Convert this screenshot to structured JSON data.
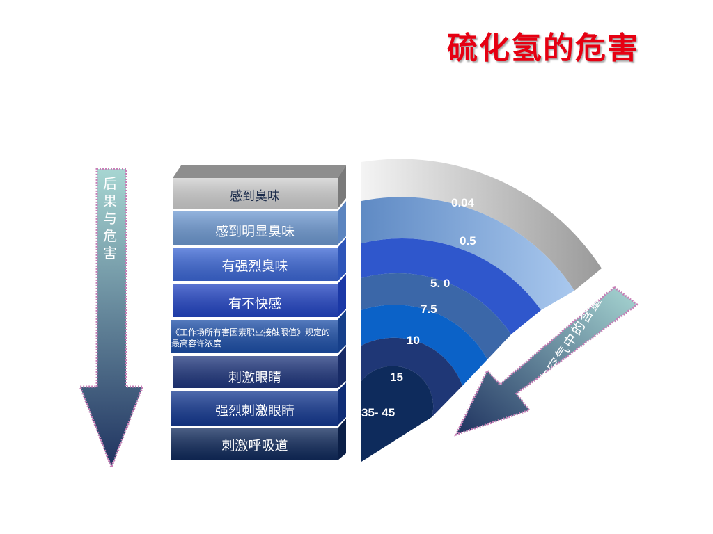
{
  "title": "硫化氢的危害",
  "left_arrow_label": [
    "后",
    "果",
    "与",
    "危",
    "害"
  ],
  "right_arrow_label": "在空气中的含量",
  "steps": [
    {
      "label": "感到臭味",
      "color": "#c8c8c8"
    },
    {
      "label": "感到明显臭味",
      "color": "#6f9ad2"
    },
    {
      "label": "有强烈臭味",
      "color": "#3d68d6"
    },
    {
      "label": "有不快感",
      "color": "#2446c4"
    },
    {
      "label": "《工作场所有害因素职业接触限值》规定的最高容许浓度",
      "color": "#1d4fa8"
    },
    {
      "label": "刺激眼睛",
      "color": "#20377e"
    },
    {
      "label": "强烈刺激眼睛",
      "color": "#163a92"
    },
    {
      "label": "刺激呼吸道",
      "color": "#102a5c"
    }
  ],
  "rings": [
    {
      "value": "0.04",
      "color": "#b4b4b4"
    },
    {
      "value": "0.5",
      "color": "#8fb4e0"
    },
    {
      "value": "5. 0",
      "color": "#2f57cc"
    },
    {
      "value": "7.5",
      "color": "#3b67a8"
    },
    {
      "value": "10",
      "color": "#0b62c8"
    },
    {
      "value": "15",
      "color": "#1f3776"
    },
    {
      "value": "35- 45",
      "color": "#0e2b5c"
    }
  ],
  "colors": {
    "title": "#e60012",
    "arrow_start": "#9fd1cf",
    "arrow_end": "#21355f",
    "arrow_border": "#c77fb6"
  }
}
